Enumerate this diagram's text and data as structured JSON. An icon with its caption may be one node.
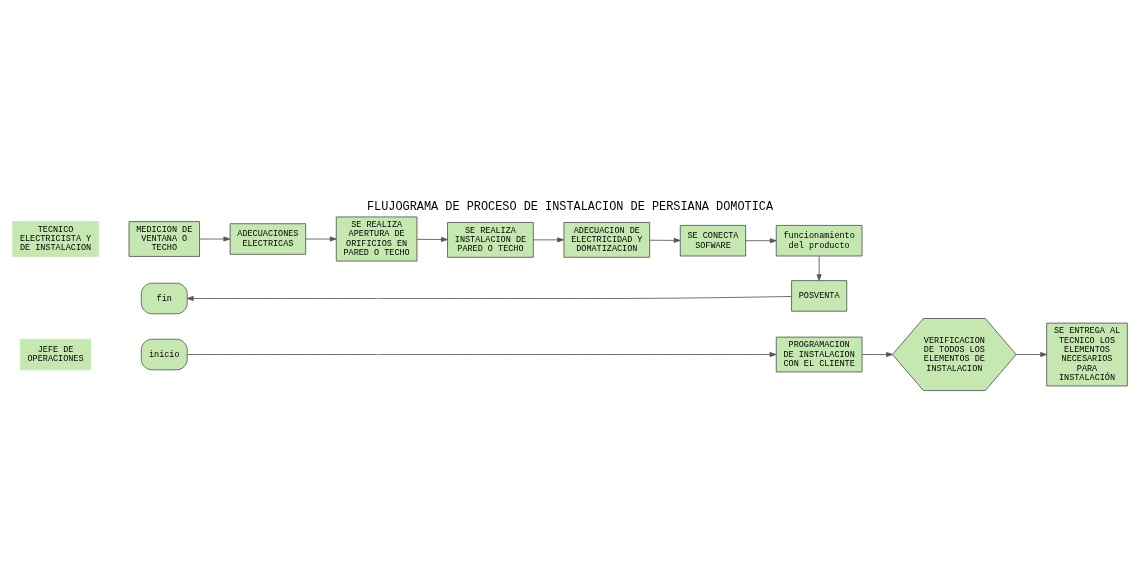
{
  "diagram": {
    "title": "FLUJOGRAMA DE PROCESO DE INSTALACION DE PERSIANA DOMOTICA",
    "nodes": [
      {
        "text": [
          "JEFE DE OPERACIONES"
        ]
      },
      {
        "text": [
          "inicio"
        ]
      },
      {
        "text": [
          "PROGRAMACION DE INSTALACION CON EL CLIENTE"
        ]
      },
      {
        "text": [
          "VERIFICACION DE TODOS LOS ELEMENTOS DE INSTALACION"
        ]
      },
      {
        "text": [
          "SE ENTREGA AL TECNICO LOS ELEMENTOS NECESARIOS PARA INSTALACIÓN"
        ]
      },
      {
        "text": [
          "fin"
        ]
      },
      {
        "text": [
          "POSVENTA"
        ]
      },
      {
        "text": [
          "TECNICO ELECTRICISTA Y DE INSTALACION"
        ]
      },
      {
        "text": [
          "MEDICION DE VENTANA O TECHO"
        ]
      },
      {
        "text": [
          "ADECUACIONES ELECTRICAS"
        ]
      },
      {
        "text": [
          "SE REALIZA APERTURA DE ORIFICIOS EN PARED O TECHO"
        ]
      },
      {
        "text": [
          "SE REALIZA INSTALACION DE PARED O TECHO"
        ]
      },
      {
        "text": [
          "ADECUACION DE ELECTRICIDAD Y DOMATIZACION"
        ]
      },
      {
        "text": [
          "SE CONECTA SOFWARE"
        ]
      },
      {
        "text": [
          "funcionamiento del producto"
        ]
      }
    ],
    "edges": [
      {
        "from": 1,
        "to": 2,
        "arrow": "to"
      },
      {
        "from": 2,
        "to": 3,
        "arrow": "to"
      },
      {
        "from": 3,
        "to": 4,
        "arrow": "to"
      },
      {
        "from": 6,
        "to": 5,
        "arrow": "to"
      },
      {
        "from": 8,
        "to": 9,
        "arrow": "to"
      },
      {
        "from": 9,
        "to": 10,
        "arrow": "to"
      },
      {
        "from": 10,
        "to": 11,
        "arrow": "to"
      },
      {
        "from": 11,
        "to": 12,
        "arrow": "to"
      },
      {
        "from": 12,
        "to": 13,
        "arrow": "to"
      },
      {
        "from": 13,
        "to": 14,
        "arrow": "to"
      },
      {
        "from": 14,
        "to": 6,
        "arrow": "to"
      }
    ]
  }
}
